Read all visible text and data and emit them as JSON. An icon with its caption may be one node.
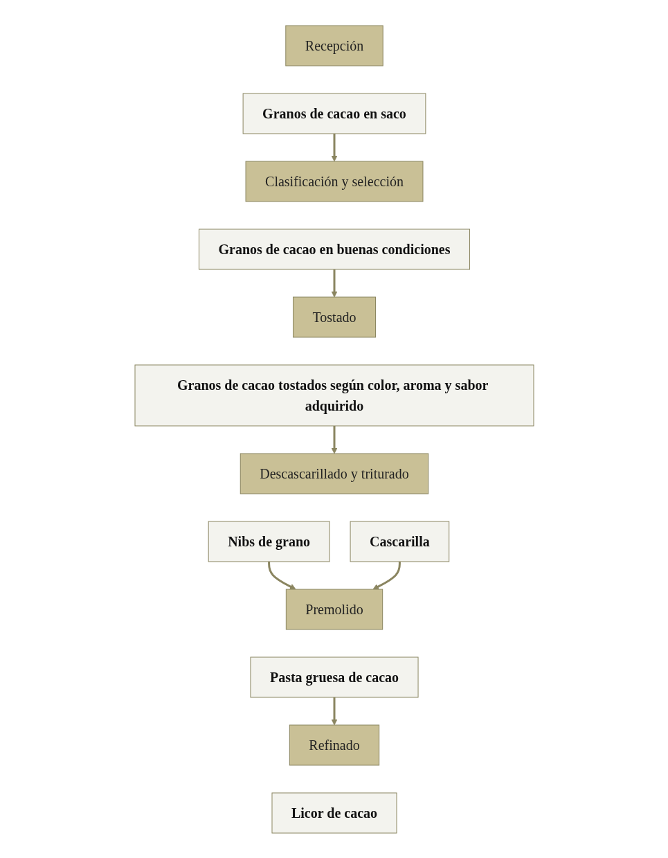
{
  "diagram": {
    "nodes": [
      {
        "text": [
          "Recepción"
        ]
      },
      {
        "text": [
          "Granos de cacao en saco"
        ]
      },
      {
        "text": [
          "Clasificación y selección"
        ]
      },
      {
        "text": [
          "Granos de cacao en buenas condiciones"
        ]
      },
      {
        "text": [
          "Tostado"
        ]
      },
      {
        "text": [
          "Granos de cacao tostados según color, aroma y sabor adquirido"
        ]
      },
      {
        "text": [
          "Descascarillado y triturado"
        ]
      },
      {
        "text": [
          "Nibs de grano"
        ]
      },
      {
        "text": [
          "Cascarilla"
        ]
      },
      {
        "text": [
          "Premolido"
        ]
      },
      {
        "text": [
          "Pasta gruesa de cacao"
        ]
      },
      {
        "text": [
          "Refinado"
        ]
      },
      {
        "text": [
          "Licor de cacao"
        ]
      }
    ],
    "edges": [
      {
        "from": 1,
        "to": 2,
        "arrow": "to"
      },
      {
        "from": 3,
        "to": 4,
        "arrow": "to"
      },
      {
        "from": 5,
        "to": 6,
        "arrow": "to"
      },
      {
        "from": 7,
        "to": 9,
        "arrow": "to"
      },
      {
        "from": 8,
        "to": 9,
        "arrow": "to"
      },
      {
        "from": 10,
        "to": 11,
        "arrow": "to"
      }
    ]
  }
}
